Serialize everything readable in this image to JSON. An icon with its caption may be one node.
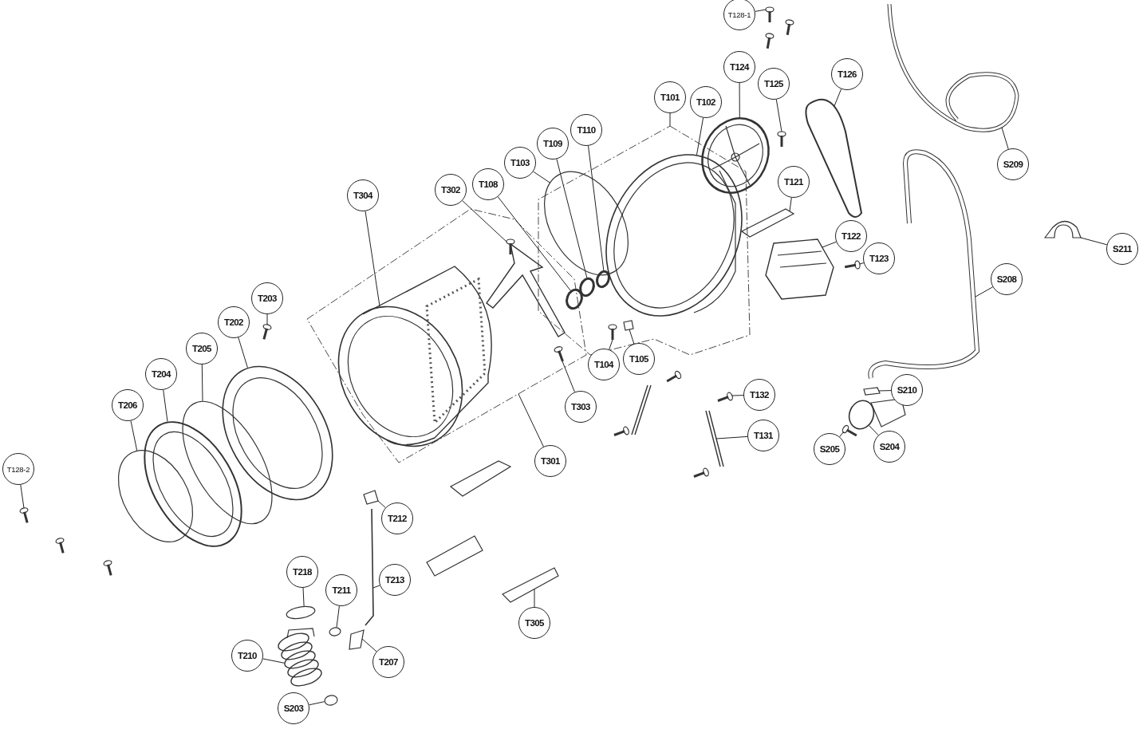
{
  "diagram": {
    "nodes": [
      {
        "text": [
          "T128-1"
        ]
      },
      {
        "text": [
          "T124"
        ]
      },
      {
        "text": [
          "T125"
        ]
      },
      {
        "text": [
          "T126"
        ]
      },
      {
        "text": [
          "T101"
        ]
      },
      {
        "text": [
          "T102"
        ]
      },
      {
        "text": [
          "S209"
        ]
      },
      {
        "text": [
          "T109"
        ]
      },
      {
        "text": [
          "T110"
        ]
      },
      {
        "text": [
          "T103"
        ]
      },
      {
        "text": [
          "T108"
        ]
      },
      {
        "text": [
          "T121"
        ]
      },
      {
        "text": [
          "T302"
        ]
      },
      {
        "text": [
          "T304"
        ]
      },
      {
        "text": [
          "T122"
        ]
      },
      {
        "text": [
          "T123"
        ]
      },
      {
        "text": [
          "S211"
        ]
      },
      {
        "text": [
          "S208"
        ]
      },
      {
        "text": [
          "T203"
        ]
      },
      {
        "text": [
          "T202"
        ]
      },
      {
        "text": [
          "T205"
        ]
      },
      {
        "text": [
          "T204"
        ]
      },
      {
        "text": [
          "T206"
        ]
      },
      {
        "text": [
          "T104"
        ]
      },
      {
        "text": [
          "T105"
        ]
      },
      {
        "text": [
          "T303"
        ]
      },
      {
        "text": [
          "T301"
        ]
      },
      {
        "text": [
          "T132"
        ]
      },
      {
        "text": [
          "S210"
        ]
      },
      {
        "text": [
          "T131"
        ]
      },
      {
        "text": [
          "S205"
        ]
      },
      {
        "text": [
          "S204"
        ]
      },
      {
        "text": [
          "T128-2"
        ]
      },
      {
        "text": [
          "T212"
        ]
      },
      {
        "text": [
          "T218"
        ]
      },
      {
        "text": [
          "T211"
        ]
      },
      {
        "text": [
          "T213"
        ]
      },
      {
        "text": [
          "T305"
        ]
      },
      {
        "text": [
          "T210"
        ]
      },
      {
        "text": [
          "T207"
        ]
      },
      {
        "text": [
          "S203"
        ]
      },
      {
        "text": [],
        "shape": "picture"
      },
      {
        "text": [],
        "shape": "picture"
      },
      {
        "text": [],
        "shape": "picture"
      },
      {
        "text": [],
        "shape": "picture"
      },
      {
        "text": [],
        "shape": "box"
      },
      {
        "text": [],
        "shape": "picture",
        "in": 45
      },
      {
        "text": [],
        "shape": "picture"
      },
      {
        "text": [],
        "shape": "circle",
        "in": 45
      },
      {
        "text": [],
        "shape": "circle",
        "in": 45
      },
      {
        "text": [],
        "shape": "circle",
        "in": 45
      },
      {
        "text": [],
        "shape": "circle"
      },
      {
        "text": [],
        "shape": "picture"
      },
      {
        "text": [],
        "shape": "picture",
        "in": 67
      },
      {
        "text": [],
        "shape": "picture",
        "in": 67
      },
      {
        "text": [],
        "shape": "picture"
      },
      {
        "text": [],
        "shape": "picture"
      },
      {
        "text": [],
        "shape": "picture"
      },
      {
        "text": [],
        "shape": "picture"
      },
      {
        "text": [],
        "shape": "picture"
      },
      {
        "text": [],
        "shape": "picture"
      },
      {
        "text": [],
        "shape": "circle"
      },
      {
        "text": [],
        "shape": "picture"
      },
      {
        "text": [],
        "shape": "circle"
      },
      {
        "text": [],
        "shape": "picture",
        "in": 45
      },
      {
        "text": [],
        "shape": "box",
        "in": 45
      },
      {
        "text": [],
        "shape": "picture",
        "in": 67
      },
      {
        "text": [],
        "shape": "box"
      },
      {
        "text": [],
        "shape": "picture"
      },
      {
        "text": [],
        "shape": "picture"
      },
      {
        "text": [],
        "shape": "picture"
      },
      {
        "text": [],
        "shape": "picture"
      },
      {
        "text": [],
        "shape": "picture"
      },
      {
        "text": [],
        "shape": "picture"
      },
      {
        "text": [],
        "shape": "picture"
      },
      {
        "text": [],
        "shape": "circle"
      },
      {
        "text": [],
        "shape": "circle"
      },
      {
        "text": [],
        "shape": "picture"
      },
      {
        "text": [],
        "shape": "picture"
      },
      {
        "text": [],
        "shape": "picture"
      },
      {
        "text": [],
        "shape": "picture"
      },
      {
        "text": [],
        "shape": "circle"
      }
    ],
    "edges": [
      {
        "from": 0,
        "to": 41,
        "arrow": "none"
      },
      {
        "from": 1,
        "to": 42,
        "arrow": "none"
      },
      {
        "from": 2,
        "to": 43,
        "arrow": "none"
      },
      {
        "from": 3,
        "to": 44,
        "arrow": "none"
      },
      {
        "from": 4,
        "to": 45,
        "arrow": "none"
      },
      {
        "from": 5,
        "to": 46,
        "arrow": "none"
      },
      {
        "from": 6,
        "to": 47,
        "arrow": "none"
      },
      {
        "from": 7,
        "to": 48,
        "arrow": "none"
      },
      {
        "from": 8,
        "to": 49,
        "arrow": "none"
      },
      {
        "from": 9,
        "to": 50,
        "arrow": "none"
      },
      {
        "from": 10,
        "to": 51,
        "arrow": "none"
      },
      {
        "from": 11,
        "to": 52,
        "arrow": "none"
      },
      {
        "from": 12,
        "to": 53,
        "arrow": "none"
      },
      {
        "from": 13,
        "to": 54,
        "arrow": "none"
      },
      {
        "from": 14,
        "to": 56,
        "arrow": "none"
      },
      {
        "from": 15,
        "to": 57,
        "arrow": "none"
      },
      {
        "from": 16,
        "to": 55,
        "arrow": "none"
      },
      {
        "from": 17,
        "to": 58,
        "arrow": "none"
      },
      {
        "from": 18,
        "to": 59,
        "arrow": "none"
      },
      {
        "from": 19,
        "to": 60,
        "arrow": "none"
      },
      {
        "from": 20,
        "to": 61,
        "arrow": "none"
      },
      {
        "from": 21,
        "to": 62,
        "arrow": "none"
      },
      {
        "from": 22,
        "to": 63,
        "arrow": "none"
      },
      {
        "from": 23,
        "to": 64,
        "arrow": "none"
      },
      {
        "from": 24,
        "to": 65,
        "arrow": "none"
      },
      {
        "from": 25,
        "to": 66,
        "arrow": "none"
      },
      {
        "from": 26,
        "to": 67,
        "arrow": "none"
      },
      {
        "from": 27,
        "to": 68,
        "arrow": "none"
      },
      {
        "from": 28,
        "to": 69,
        "arrow": "none"
      },
      {
        "from": 29,
        "to": 70,
        "arrow": "none"
      },
      {
        "from": 30,
        "to": 71,
        "arrow": "none"
      },
      {
        "from": 31,
        "to": 72,
        "arrow": "none"
      },
      {
        "from": 32,
        "to": 73,
        "arrow": "none"
      },
      {
        "from": 33,
        "to": 74,
        "arrow": "none"
      },
      {
        "from": 34,
        "to": 75,
        "arrow": "none"
      },
      {
        "from": 35,
        "to": 76,
        "arrow": "none"
      },
      {
        "from": 36,
        "to": 77,
        "arrow": "none"
      },
      {
        "from": 37,
        "to": 78,
        "arrow": "none"
      },
      {
        "from": 38,
        "to": 79,
        "arrow": "none"
      },
      {
        "from": 39,
        "to": 80,
        "arrow": "none"
      },
      {
        "from": 40,
        "to": 81,
        "arrow": "none"
      }
    ]
  }
}
